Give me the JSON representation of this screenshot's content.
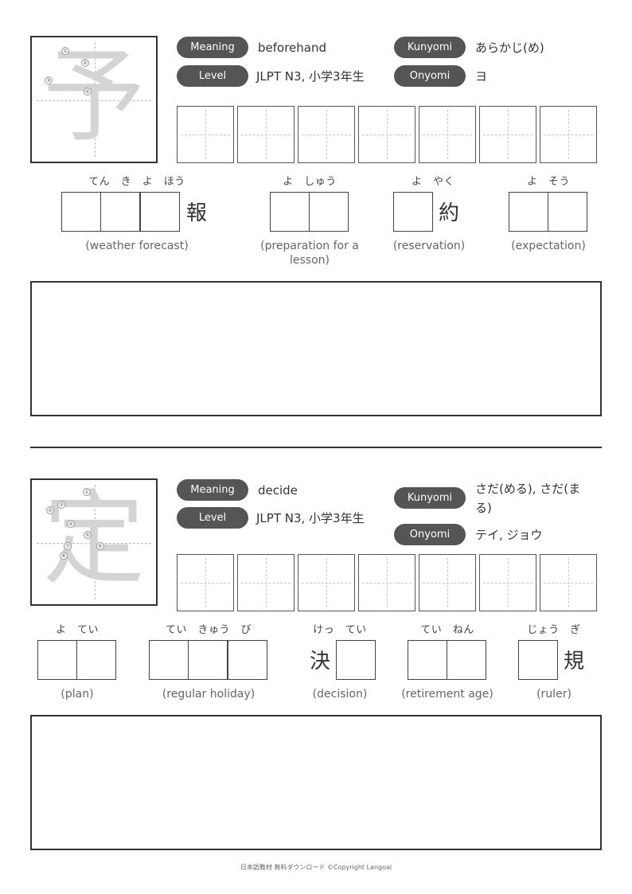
{
  "cards": [
    {
      "kanji": "予",
      "meaning_label": "Meaning",
      "meaning": "beforehand",
      "level_label": "Level",
      "level": "JLPT N3, 小学3年生",
      "kunyomi_label": "Kunyomi",
      "kunyomi": "あらかじ(め)",
      "onyomi_label": "Onyomi",
      "onyomi": "ヨ",
      "strokes": [
        "①",
        "②",
        "③",
        "④"
      ],
      "vocab": [
        {
          "furigana": "てん　き　よ　ほう",
          "shown": "報",
          "gloss": "(weather forecast)"
        },
        {
          "furigana": "よ　しゅう",
          "shown": "",
          "gloss": "(preparation for a lesson)"
        },
        {
          "furigana": "よ　やく",
          "shown": "約",
          "gloss": "(reservation)"
        },
        {
          "furigana": "よ　そう",
          "shown": "",
          "gloss": "(expectation)"
        }
      ]
    },
    {
      "kanji": "定",
      "meaning_label": "Meaning",
      "meaning": "decide",
      "level_label": "Level",
      "level": "JLPT N3, 小学3年生",
      "kunyomi_label": "Kunyomi",
      "kunyomi": "さだ(める), さだ(まる)",
      "onyomi_label": "Onyomi",
      "onyomi": "テイ, ジョウ",
      "strokes": [
        "①",
        "②",
        "③",
        "④",
        "⑤",
        "⑥",
        "⑦",
        "⑧"
      ],
      "vocab": [
        {
          "furigana": "よ　てい",
          "shown": "",
          "gloss": "(plan)"
        },
        {
          "furigana": "てい　きゅう　び",
          "shown": "",
          "gloss": "(regular holiday)"
        },
        {
          "furigana": "けっ　てい",
          "shown": "決",
          "gloss": "(decision)"
        },
        {
          "furigana": "てい　ねん",
          "shown": "",
          "gloss": "(retirement age)"
        },
        {
          "furigana": "じょう　ぎ",
          "shown": "規",
          "gloss": "(ruler)"
        }
      ]
    }
  ],
  "footer": "日本語教材 無料ダウンロード ©Copyright Langoal"
}
